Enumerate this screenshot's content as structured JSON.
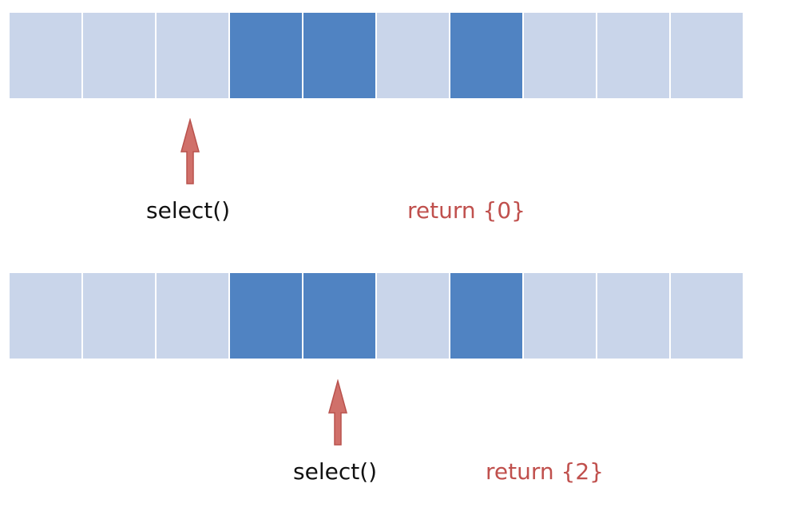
{
  "colors": {
    "cell_empty": "#c9d5ea",
    "cell_filled": "#5083c2",
    "arrow": "#d0706a",
    "return_text": "#c0504d"
  },
  "diagrams": [
    {
      "cells": [
        false,
        false,
        false,
        true,
        true,
        false,
        true,
        false,
        false,
        false
      ],
      "pointer_index": 2,
      "call_label": "select()",
      "return_label": "return {0}"
    },
    {
      "cells": [
        false,
        false,
        false,
        true,
        true,
        false,
        true,
        false,
        false,
        false
      ],
      "pointer_index": 4,
      "call_label": "select()",
      "return_label": "return {2}"
    }
  ]
}
